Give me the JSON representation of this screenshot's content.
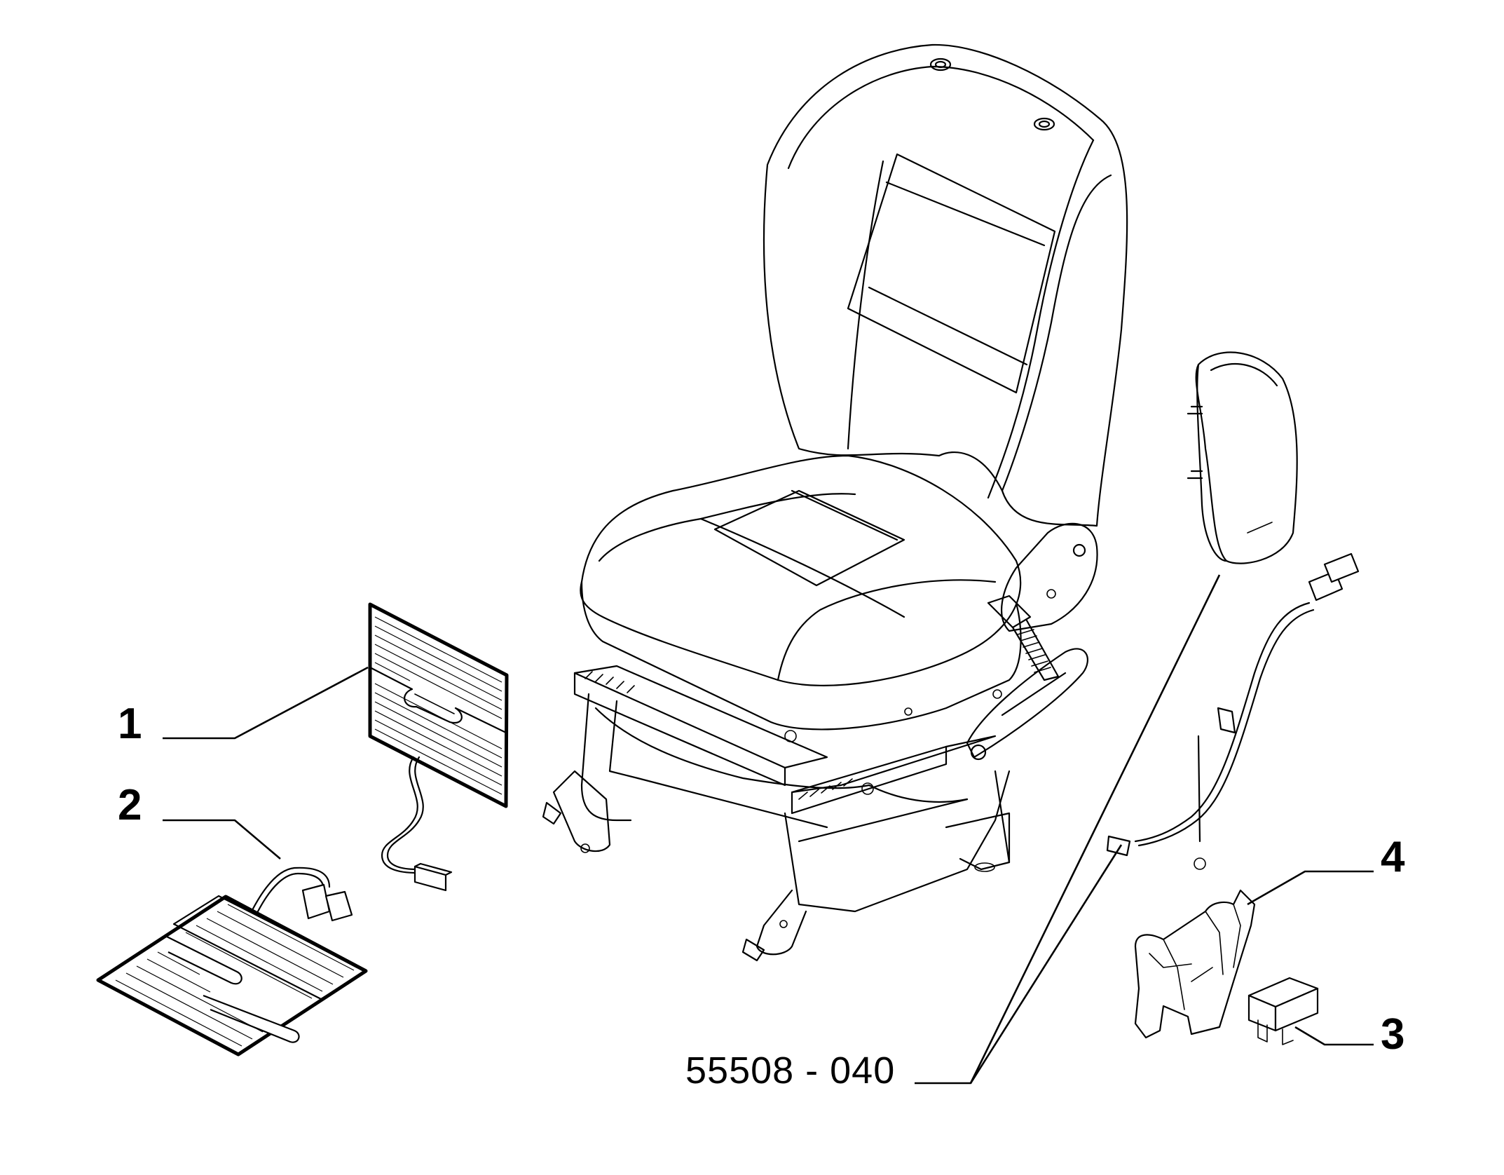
{
  "callouts": {
    "one": "1",
    "two": "2",
    "three": "3",
    "four": "4"
  },
  "part_number": "55508 - 040"
}
